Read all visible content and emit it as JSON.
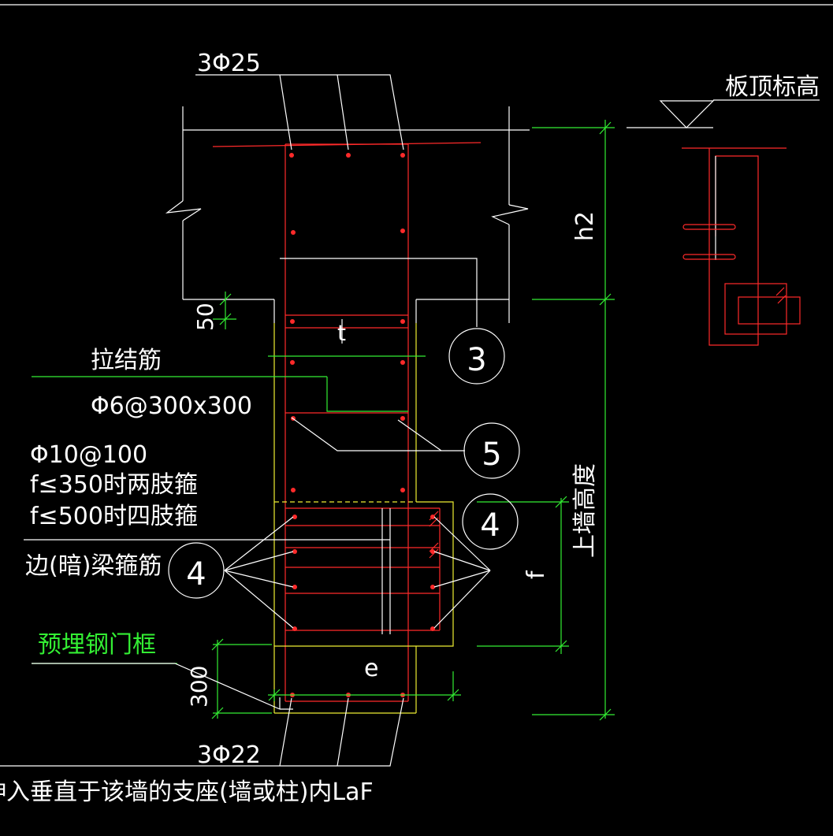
{
  "labels": {
    "top_bars": "3Φ25",
    "bottom_bars": "3Φ22",
    "slab_top_elevation": "板顶标高",
    "dim_h2": "h2",
    "dim_50": "50",
    "dim_t": "t",
    "tie_bar_title": "拉结筋",
    "tie_bar_spec": "Φ6@300x300",
    "stirrup_spec": "Φ10@100",
    "stirrup_note1": "f≤350时两肢箍",
    "stirrup_note2": "f≤500时四肢箍",
    "edge_beam_stirrup": "边(暗)梁箍筋",
    "embedded_frame": "预埋钢门框",
    "dim_300": "300",
    "dim_e": "e",
    "dim_f": "f",
    "wall_height": "上墙高度",
    "anchor_note": "伸入垂直于该墙的支座(墙或柱)内LaF",
    "callout_3": "3",
    "callout_4": "4",
    "callout_5": "5"
  },
  "colors": {
    "background": "#000000",
    "line": "#ffffff",
    "rebar": "#ff2a2a",
    "outline": "#eeee33",
    "dimension": "#33ee33"
  }
}
